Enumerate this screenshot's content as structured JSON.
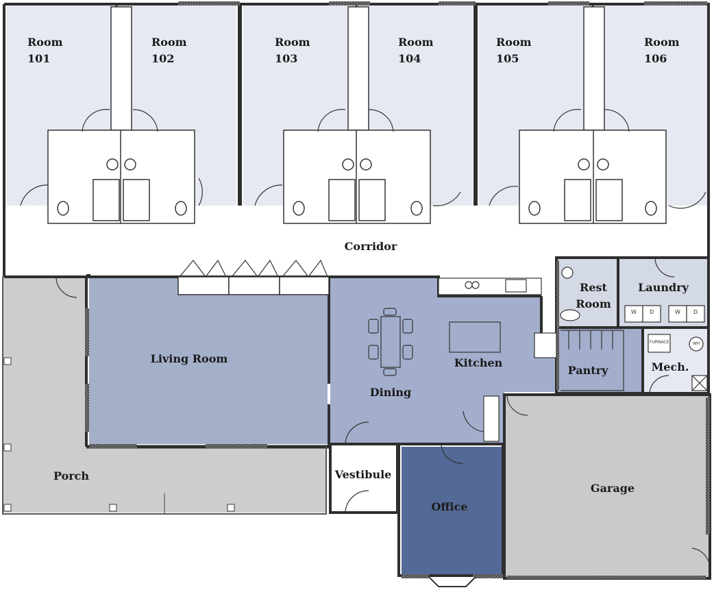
{
  "colors": {
    "guest_room": "#E6E9F2",
    "living": "#A4B0CA",
    "kitchen": "#A3AECC",
    "office": "#546A96",
    "garage": "#CACACA",
    "porch": "#CDCDCD",
    "utility": "#D4D9E6",
    "wall": "#2E2E2E",
    "corridor": "#FFFFFF"
  },
  "rooms": {
    "room_101": {
      "line1": "Room",
      "line2": "101"
    },
    "room_102": {
      "line1": "Room",
      "line2": "102"
    },
    "room_103": {
      "line1": "Room",
      "line2": "103"
    },
    "room_104": {
      "line1": "Room",
      "line2": "104"
    },
    "room_105": {
      "line1": "Room",
      "line2": "105"
    },
    "room_106": {
      "line1": "Room",
      "line2": "106"
    },
    "corridor": "Corridor",
    "rest_room": {
      "line1": "Rest",
      "line2": "Room"
    },
    "laundry": "Laundry",
    "living_room": "Living Room",
    "dining": "Dining",
    "kitchen": "Kitchen",
    "pantry": "Pantry",
    "mech": "Mech.",
    "porch": "Porch",
    "vestibule": "Vestibule",
    "office": "Office",
    "garage": "Garage"
  },
  "fixtures": {
    "furnace": "FURNACE",
    "water_heater": "WH",
    "washer": "W",
    "dryer": "D"
  }
}
